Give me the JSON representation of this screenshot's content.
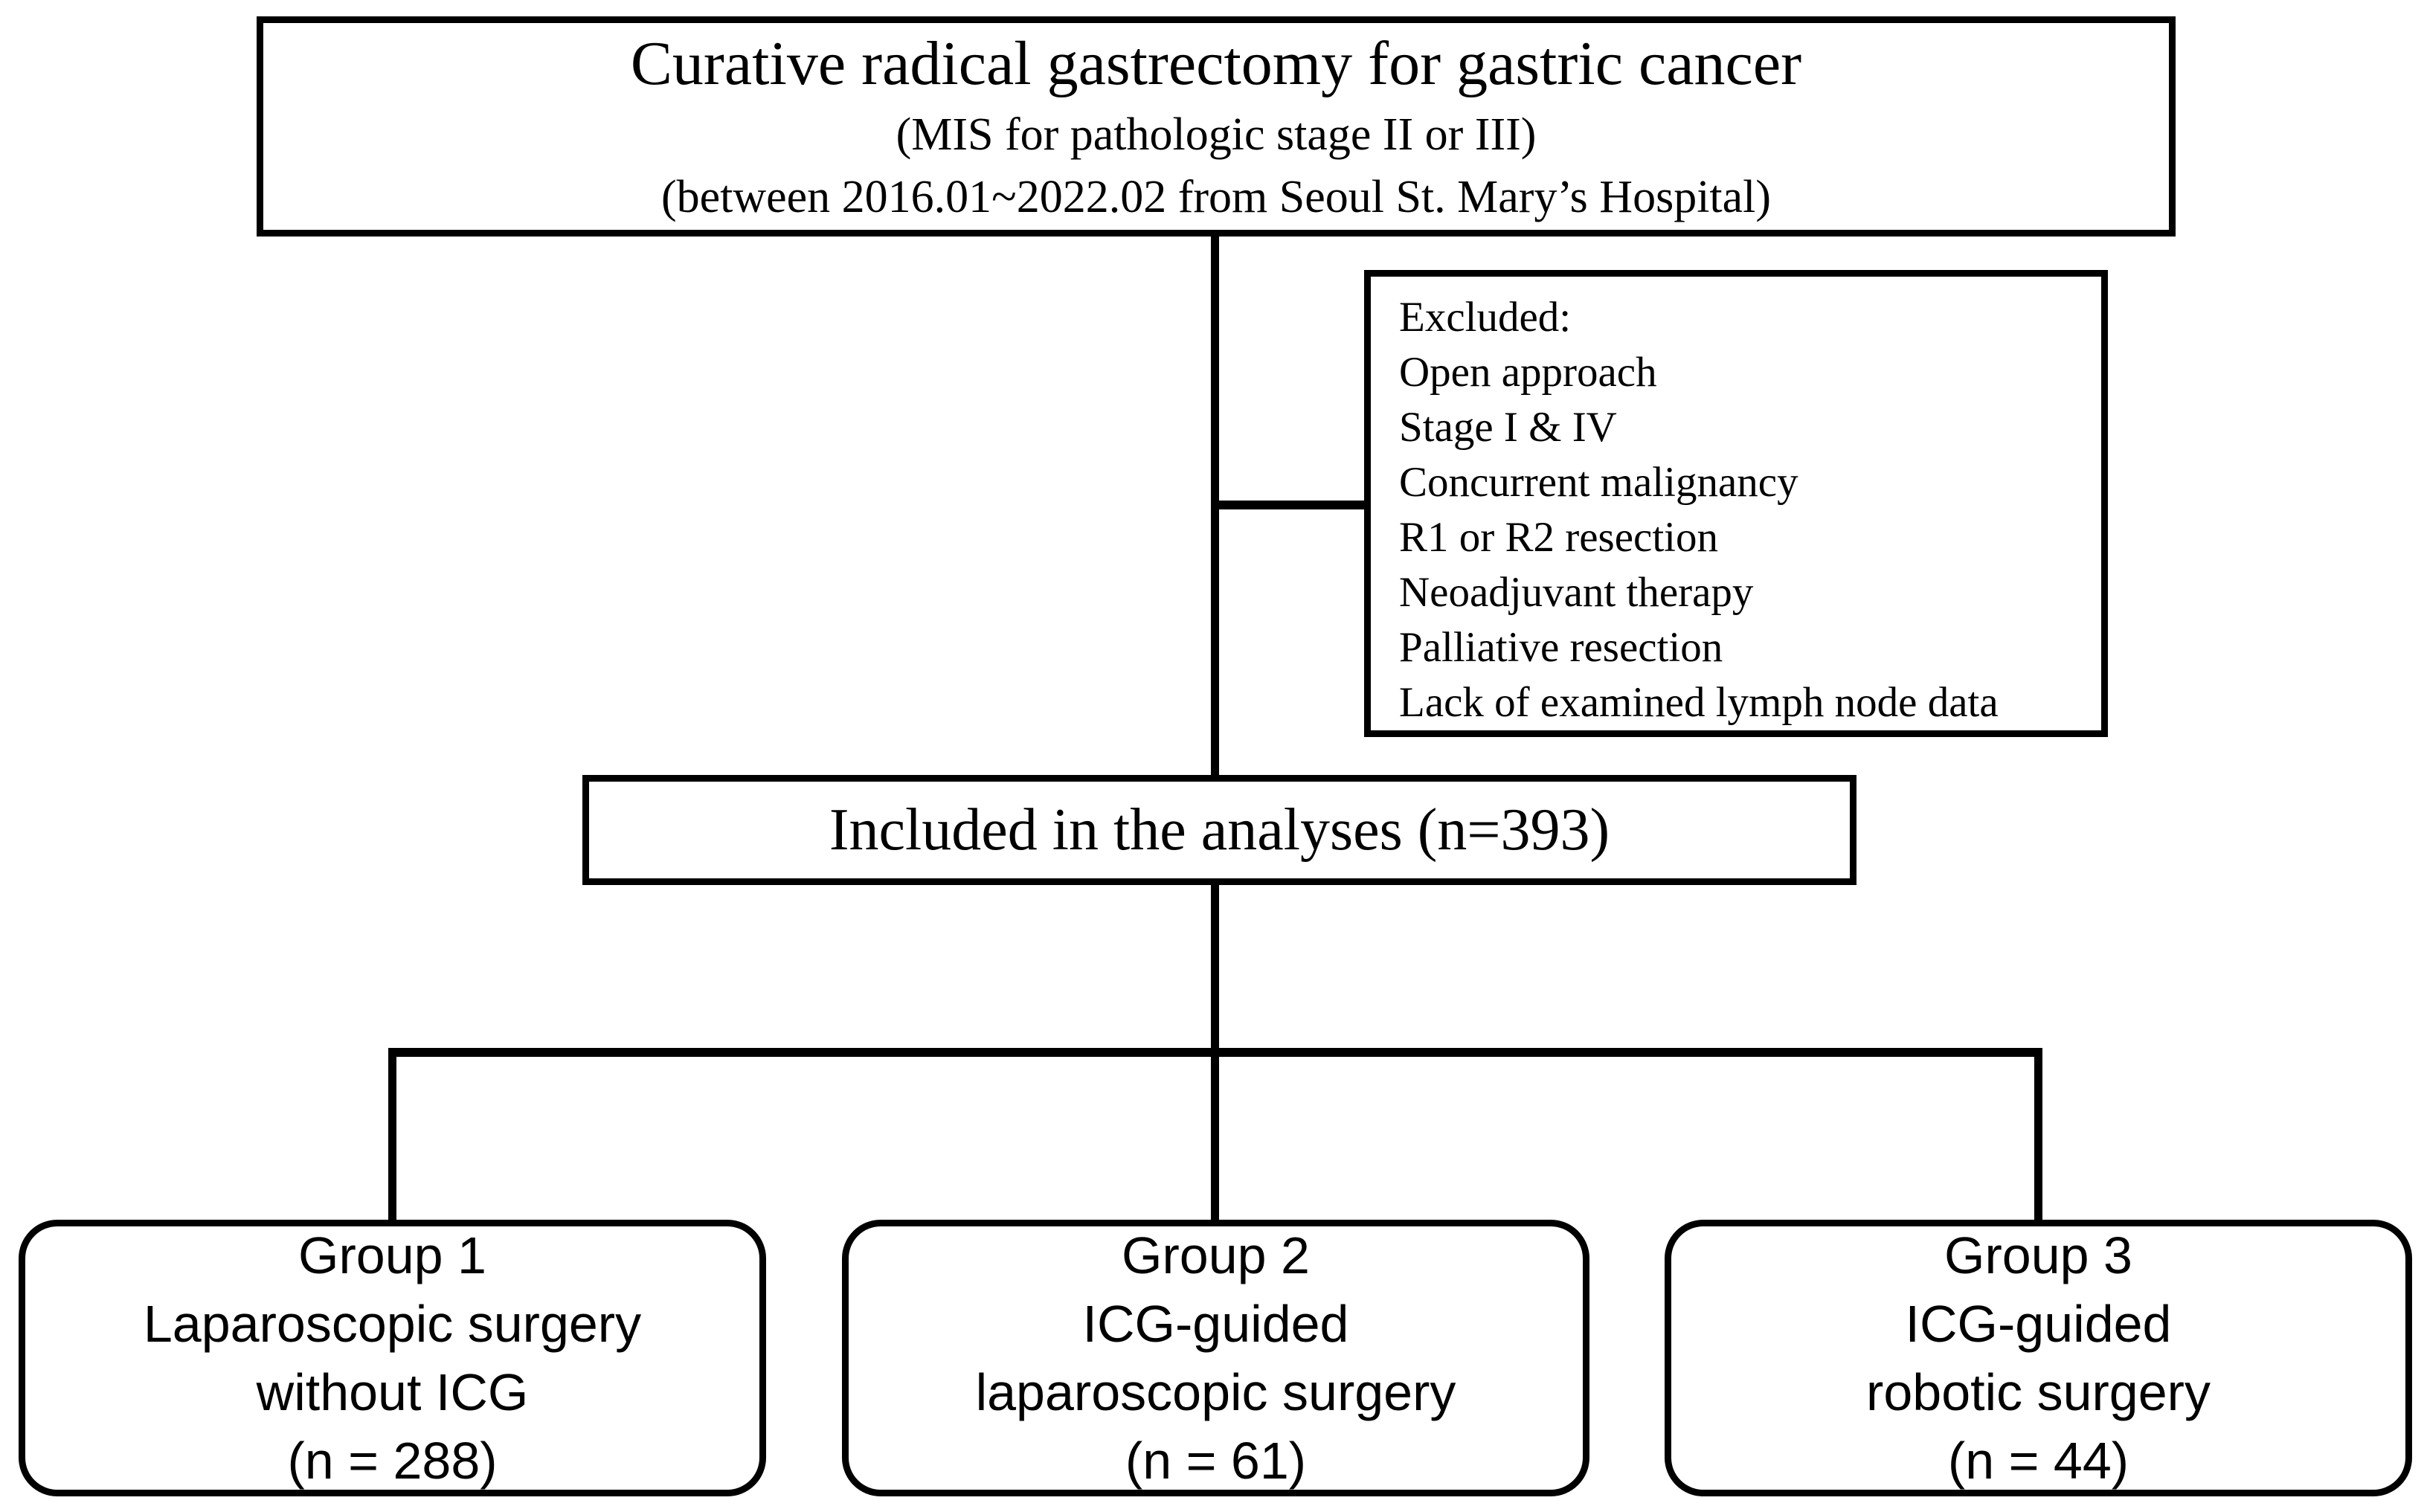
{
  "colors": {
    "ink": "#000000",
    "paper": "#ffffff"
  },
  "top_box": {
    "title": "Curative radical gastrectomy for gastric cancer",
    "subtitle_1": "(MIS for pathologic stage II or III)",
    "subtitle_2": "(between 2016.01~2022.02 from Seoul St. Mary’s Hospital)"
  },
  "excluded_box": {
    "header": "Excluded:",
    "items": [
      "Open approach",
      "Stage I & IV",
      "Concurrent malignancy",
      "R1 or R2 resection",
      "Neoadjuvant therapy",
      "Palliative resection",
      "Lack of examined lymph node data"
    ]
  },
  "included_box": {
    "label": "Included in the analyses (n=393)"
  },
  "groups": [
    {
      "name": "Group 1",
      "line_2": "Laparoscopic surgery",
      "line_3": "without ICG",
      "n_label": "(n = 288)"
    },
    {
      "name": "Group 2",
      "line_2": "ICG-guided",
      "line_3": "laparoscopic surgery",
      "n_label": "(n = 61)"
    },
    {
      "name": "Group 3",
      "line_2": "ICG-guided",
      "line_3": "robotic surgery",
      "n_label": "(n = 44)"
    }
  ]
}
